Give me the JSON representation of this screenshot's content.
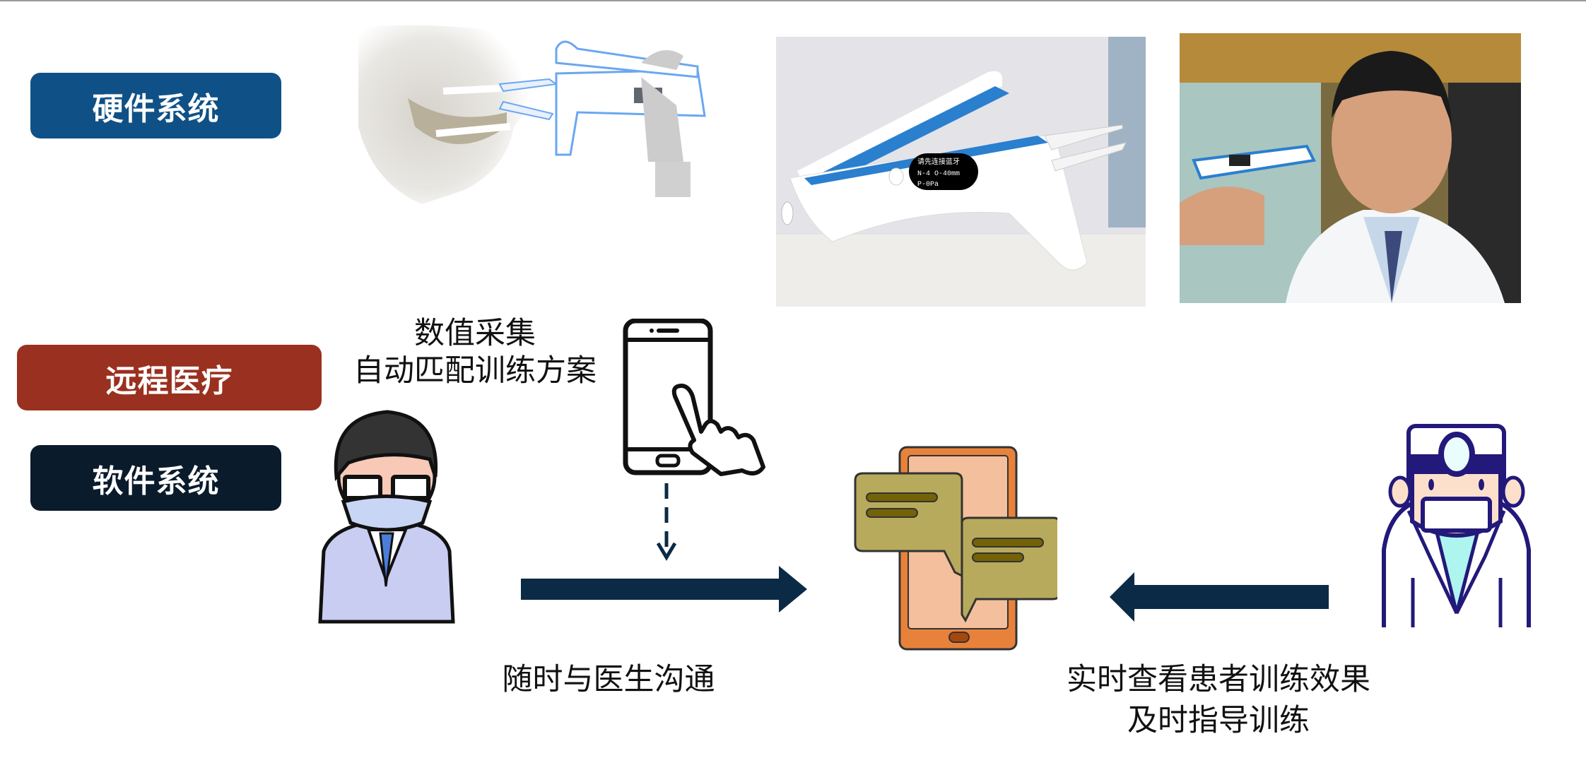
{
  "labels": {
    "hardware": "硬件系统",
    "telemedicine": "远程医疗",
    "software": "软件系统"
  },
  "captions": {
    "data_collect_line1": "数值采集",
    "data_collect_line2": "自动匹配训练方案",
    "communicate": "随时与医生沟通",
    "doctor_line1": "实时查看患者训练效果",
    "doctor_line2": "及时指导训练"
  },
  "device_screen": {
    "line1": "请先连接蓝牙",
    "line2": "N-4  O-40mm",
    "line3": "P-0Pa"
  },
  "colors": {
    "hardware": "#0f5186",
    "telemedicine": "#9a301f",
    "software": "#0a1b2c",
    "arrow": "#0b2a45"
  }
}
